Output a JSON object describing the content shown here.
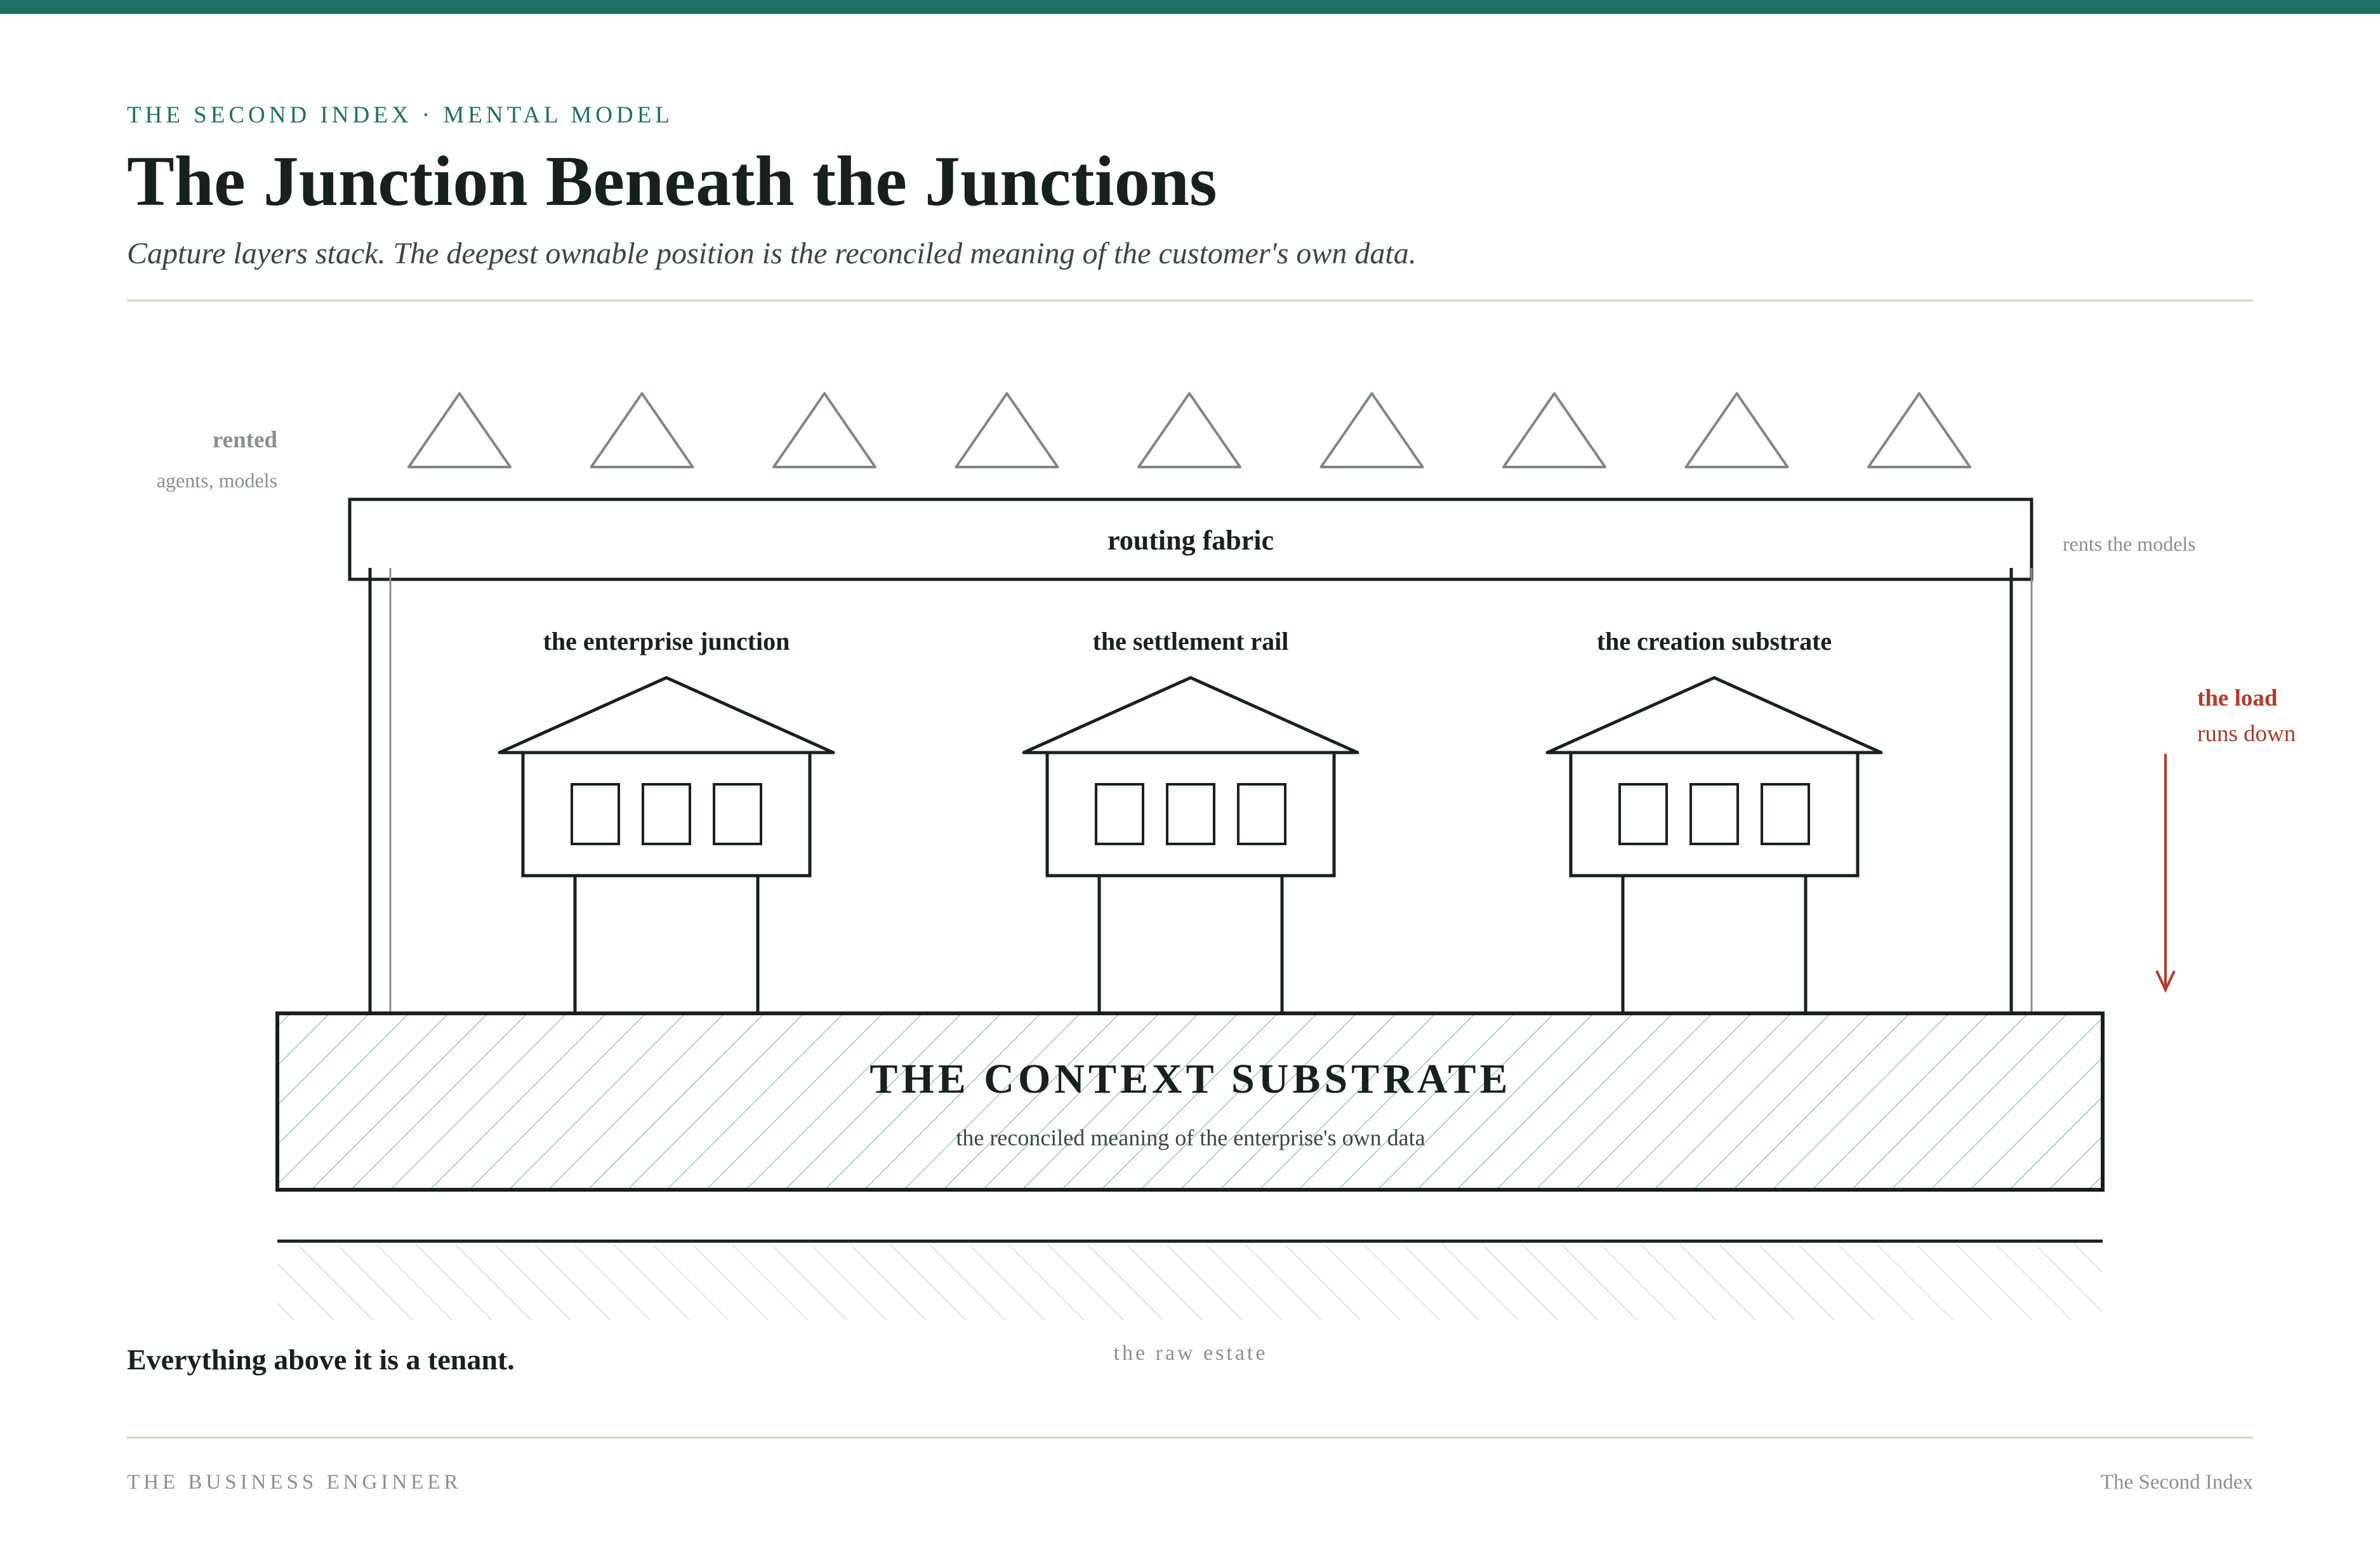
{
  "header": {
    "eyebrow": "THE SECOND INDEX · MENTAL MODEL",
    "title": "The Junction Beneath the Junctions",
    "subtitle": "Capture layers stack. The deepest ownable position is the reconciled meaning of the customer's own data."
  },
  "diagram": {
    "rented_label": "rented",
    "rented_sublabel": "agents, models",
    "agent_count": 9,
    "routing_label": "routing fabric",
    "routing_note": "rents the models",
    "junctions": [
      {
        "label": "the enterprise junction"
      },
      {
        "label": "the settlement rail"
      },
      {
        "label": "the creation substrate"
      }
    ],
    "load_label": "the load",
    "load_sublabel": "runs down",
    "substrate_title": "THE CONTEXT SUBSTRATE",
    "substrate_sub": "the reconciled meaning of the enterprise's own data",
    "raw_label": "the raw estate"
  },
  "tagline": "Everything above it is a tenant.",
  "footer": {
    "left": "THE BUSINESS ENGINEER",
    "right": "The Second Index"
  },
  "colors": {
    "accent": "#1e6f66",
    "ink": "#17211f",
    "muted": "#8a908d",
    "load": "#b13a2a",
    "hatch": "#9cc8c0"
  }
}
